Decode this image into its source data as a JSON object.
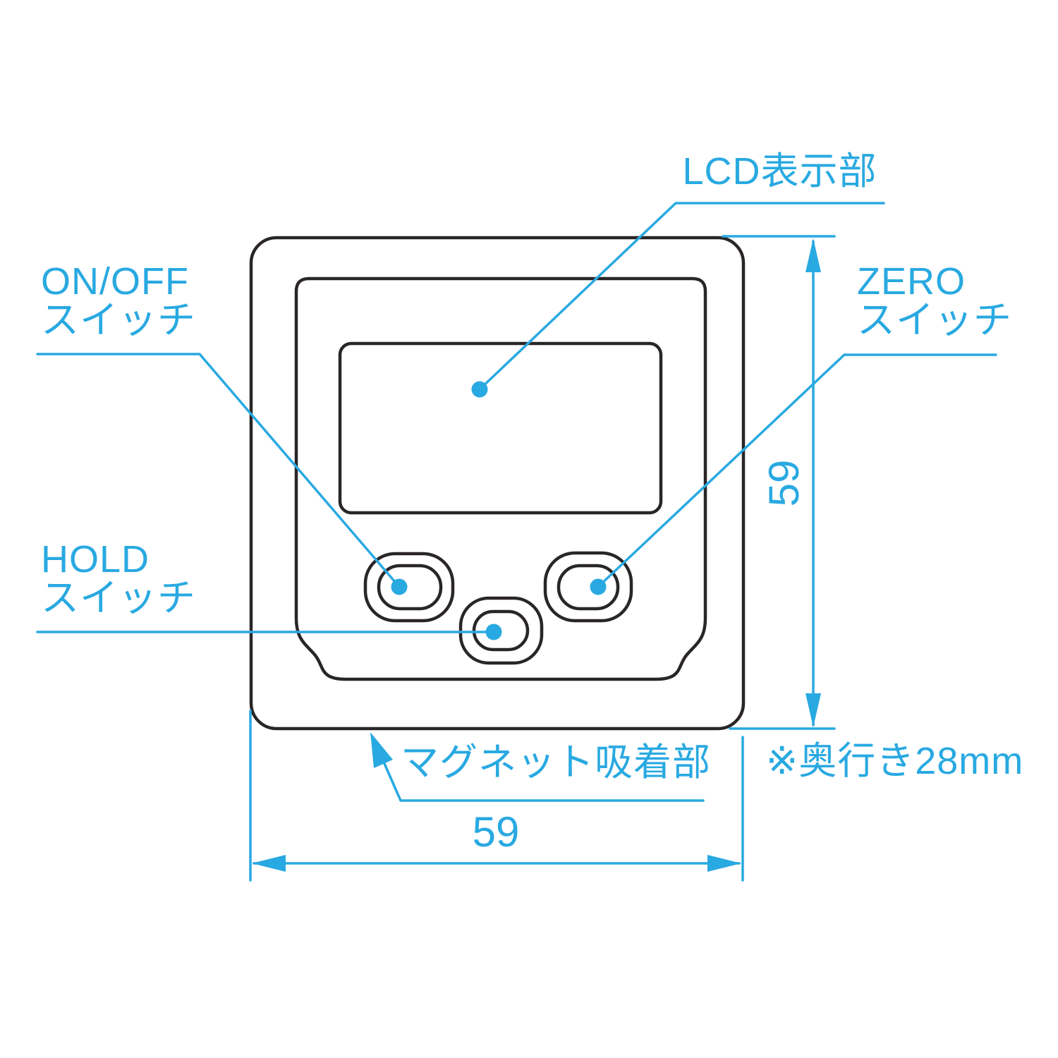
{
  "diagram": {
    "title_context": "digital level gauge front-view dimension diagram",
    "colors": {
      "accent": "#29A9E1",
      "outline": "#2A2627",
      "background": "#FFFFFF"
    },
    "labels": {
      "lcd": "LCD表示部",
      "on_off_line1": "ON/OFF",
      "on_off_line2": "スイッチ",
      "zero_line1": "ZERO",
      "zero_line2": "スイッチ",
      "hold_line1": "HOLD",
      "hold_line2": "スイッチ",
      "magnet": "マグネット吸着部",
      "depth_note": "※奥行き28mm"
    },
    "dimensions": {
      "width_value": "59",
      "height_value": "59",
      "depth_value": "28"
    }
  }
}
